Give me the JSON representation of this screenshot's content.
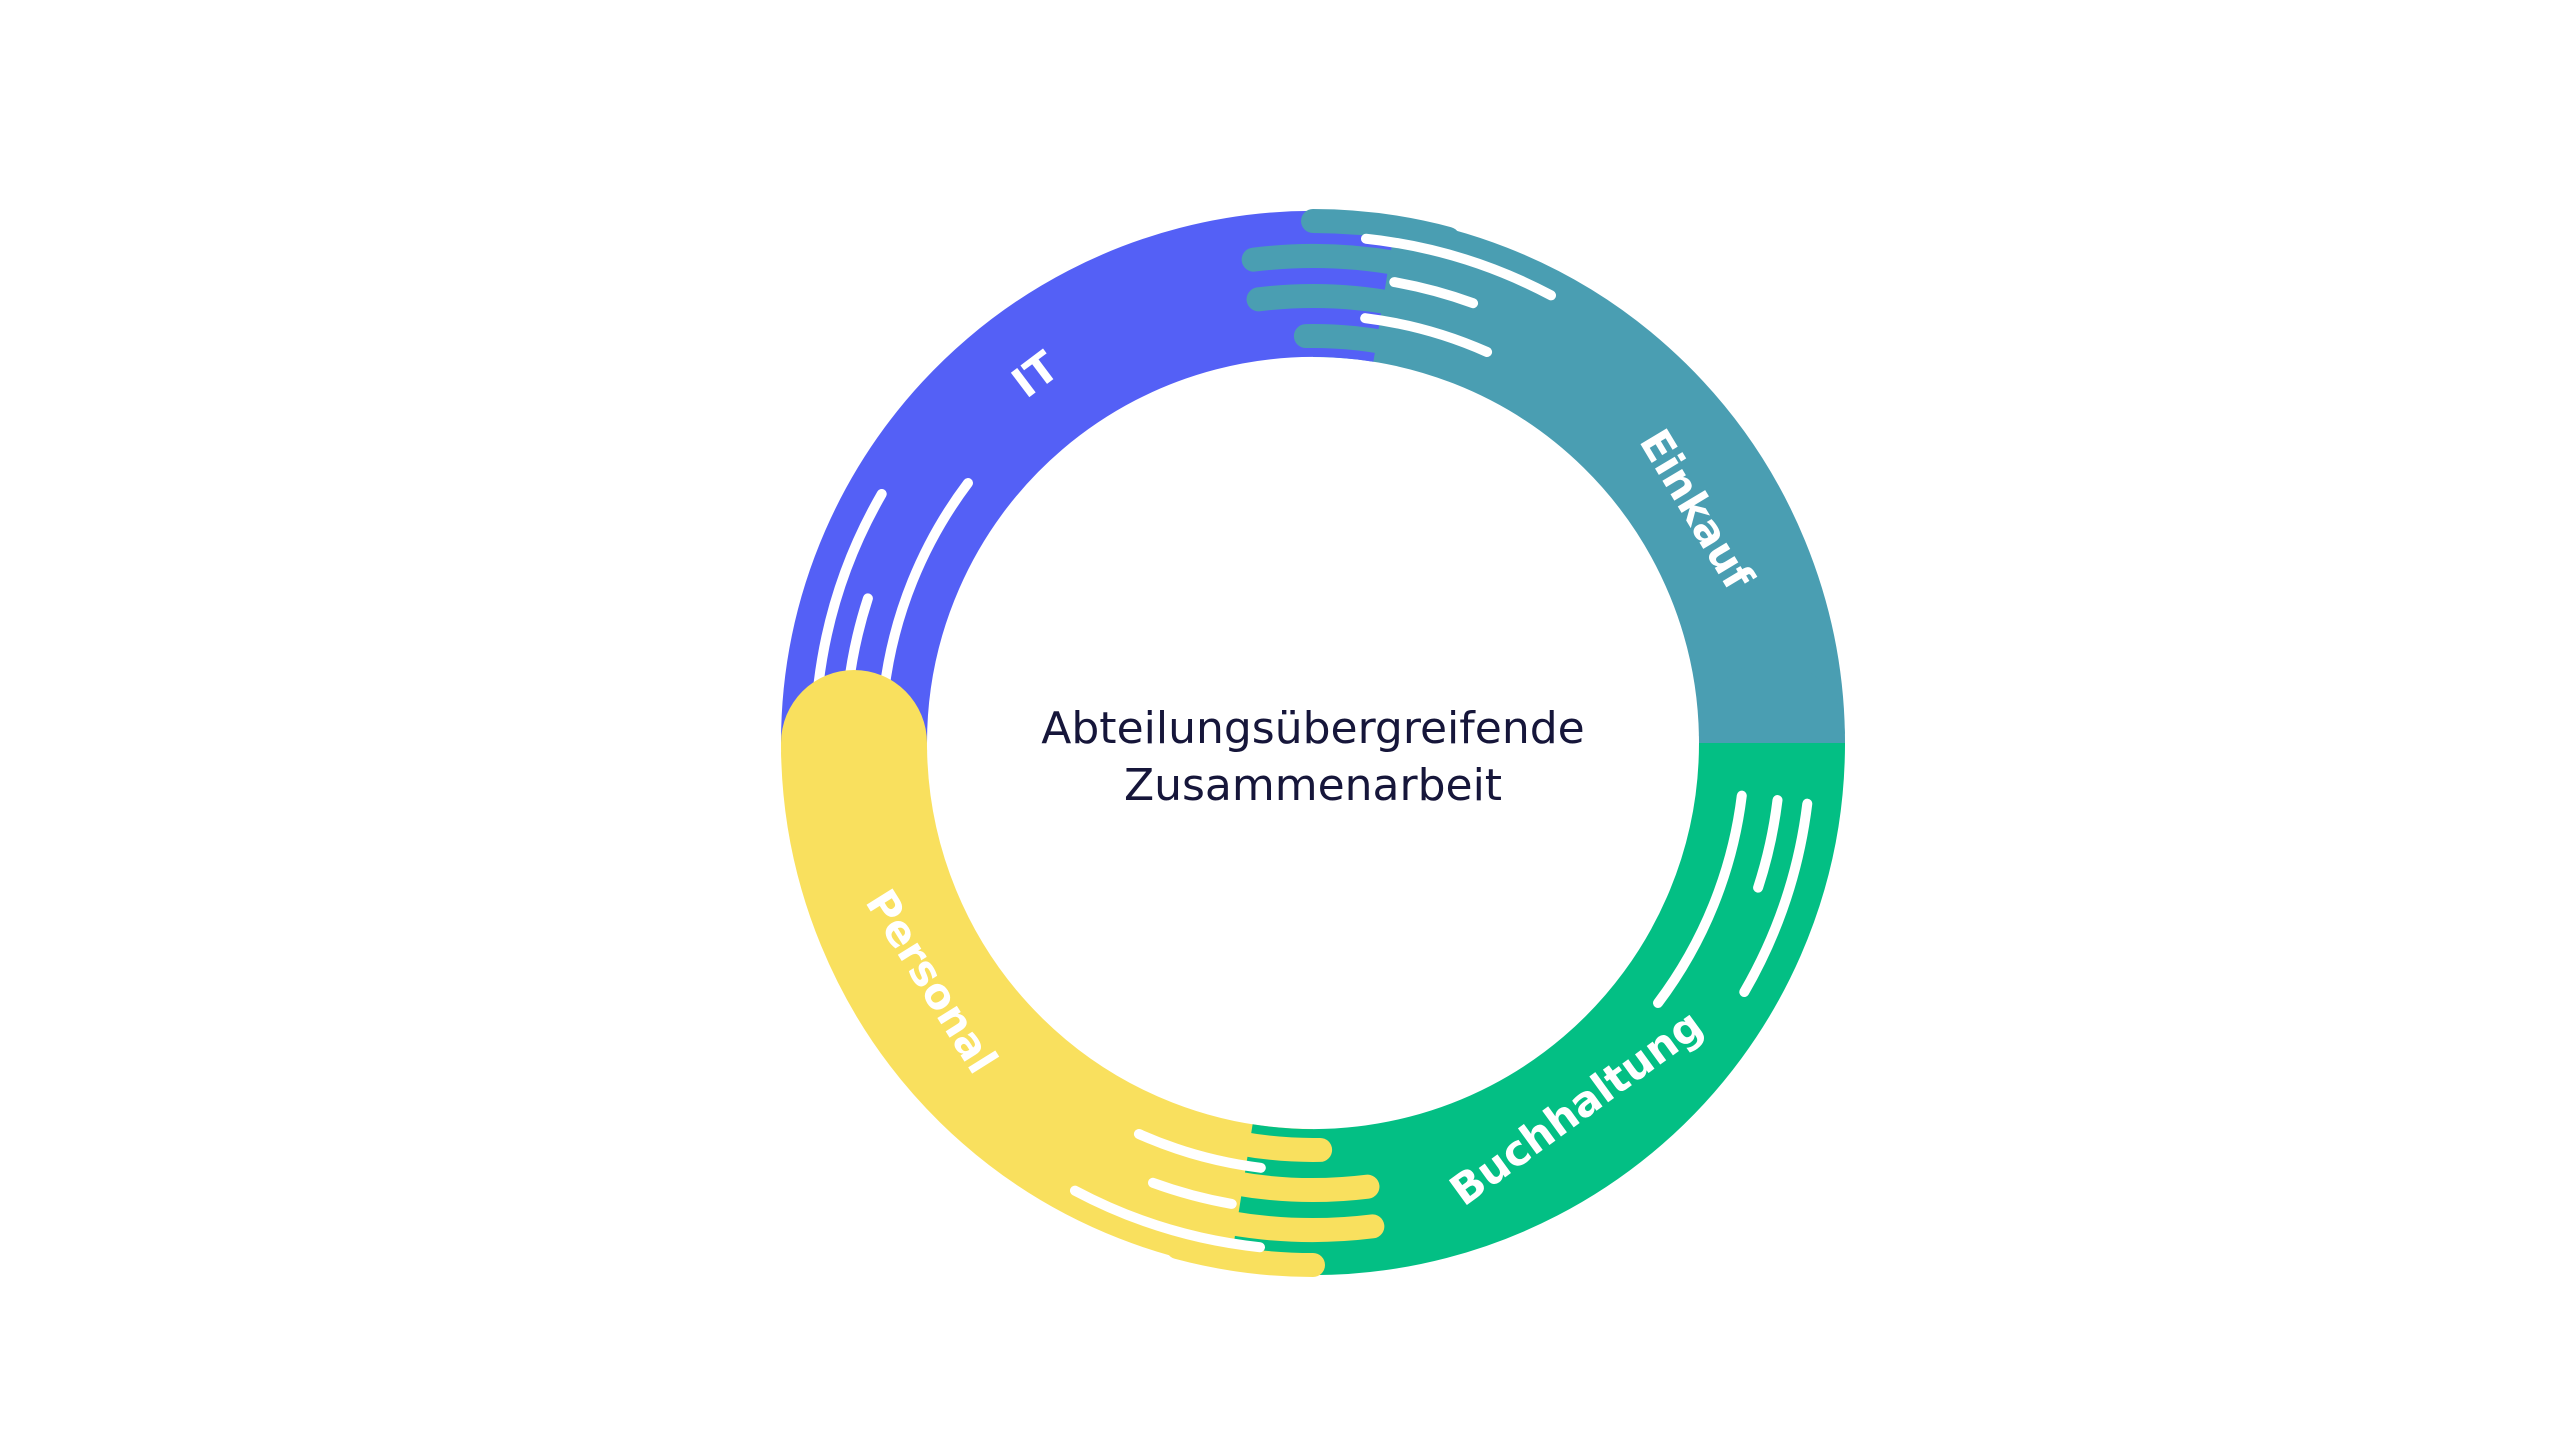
{
  "title": {
    "line1": "Abteilungsübergreifende",
    "line2": "Zusammenarbeit"
  },
  "segments": [
    {
      "label": "IT",
      "color": "#5460F6"
    },
    {
      "label": "Einkauf",
      "color": "#4A9EB2"
    },
    {
      "label": "Buchhaltung",
      "color": "#03BF84"
    },
    {
      "label": "Personal",
      "color": "#F9E05E"
    }
  ]
}
